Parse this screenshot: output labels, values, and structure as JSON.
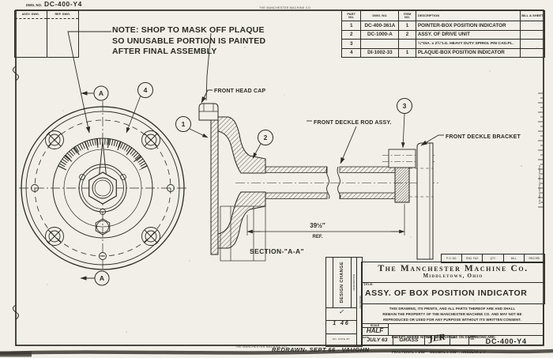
{
  "sheet": {
    "dwg_no_label": "DWG. NO.",
    "dwg_no_value": "DC-400-Y4",
    "ref_table_headers": [
      "ASSY. DWG.",
      "REF. DWG."
    ],
    "border_stamp": "THE MANCHESTER MACHINE CO.",
    "note_lines": [
      "NOTE: SHOP TO MASK OFF PLAQUE",
      "SO UNUSABLE PORTION IS PAINTED",
      "AFTER FINAL ASSEMBLY"
    ]
  },
  "parts_table": {
    "headers": [
      "PART\nNO.",
      "DWG. NO.",
      "ITEM\nNO.",
      "DESCRIPTION",
      "BILL & SHEET"
    ],
    "rows": [
      {
        "part": "1",
        "dwg": "DC-400-361A",
        "item": "1",
        "desc": "POINTER-BOX POSITION INDICATOR",
        "bill": ""
      },
      {
        "part": "2",
        "dwg": "DC-1000-A",
        "item": "2",
        "desc": "ASSY. OF DRIVE UNIT",
        "bill": ""
      },
      {
        "part": "3",
        "dwg": "",
        "item": "",
        "desc": "¼″DIA. x 2¾″LG. HEAVY DUTY SPIROL PIN CAD.PL.",
        "bill": ""
      },
      {
        "part": "4",
        "dwg": "DI-1002-33",
        "item": "1",
        "desc": "PLAQUE-BOX POSITION INDICATOR",
        "bill": ""
      }
    ]
  },
  "drawing": {
    "balloons": {
      "b1": "1",
      "b2": "2",
      "b3": "3",
      "b4": "4"
    },
    "section_letter": "A",
    "labels": {
      "front_head_cap": "FRONT HEAD CAP",
      "front_deckle_rod": "FRONT DECKLE ROD ASSY.",
      "front_deckle_bracket": "FRONT DECKLE BRACKET"
    },
    "dimension": {
      "value": "39½″",
      "ref": "REF."
    },
    "section_title": "SECTION-\"A-A\""
  },
  "title_block": {
    "stamp_boxes": [
      "P. O. NO.",
      "ENG. FILE",
      "QTY.",
      "BILL",
      "RECORD"
    ],
    "company": "The Manchester Machine Co.",
    "city": "Middletown, Ohio",
    "title_label": "TITLE:",
    "title": "ASSY. OF BOX POSITION INDICATOR",
    "legal_lines": [
      "THIS DRAWING, ITS PRINTS, AND ALL PARTS THEREOF ARE AND SHALL",
      "REMAIN THE PROPERTY OF THE MANCHESTER MACHINE CO. AND MAY NOT BE",
      "REPRODUCED OR USED FOR ANY PURPOSE WITHOUT ITS WRITTEN CONSENT."
    ],
    "scale_label": "SCALE",
    "scale_value": "HALF",
    "tolerance_line1": "EXCEPT WHERE NOTED, TOLERANCES ON DIMENSIONS ARE:",
    "tolerance_line2": "FRACTIONAL ± 1/64″    DECIMAL ± .005″    ANGULAR ± ½°",
    "date_label": "DATE",
    "date_value": "JULY 63",
    "by_label": "BY:",
    "by_value": "GRASS",
    "chd_label": "CH'D",
    "chd_value": "JER",
    "app_label": "APP.",
    "dwg_label": "DWG.\nNO.",
    "dwg_value": "DC-400-Y4",
    "redrawn": "REDRAWN- SEPT 66 - VAUGHN",
    "revision_strip": {
      "design_change": "DESIGN CHANGE",
      "description": "DESCRIPTION",
      "revisions": "REVISIONS",
      "entry_mark": "✓",
      "entry_row": "1 46",
      "entry_labels": "NO. DATE BY"
    }
  },
  "colors": {
    "ink": "#2b2a24",
    "paper": "#f2efe8"
  }
}
